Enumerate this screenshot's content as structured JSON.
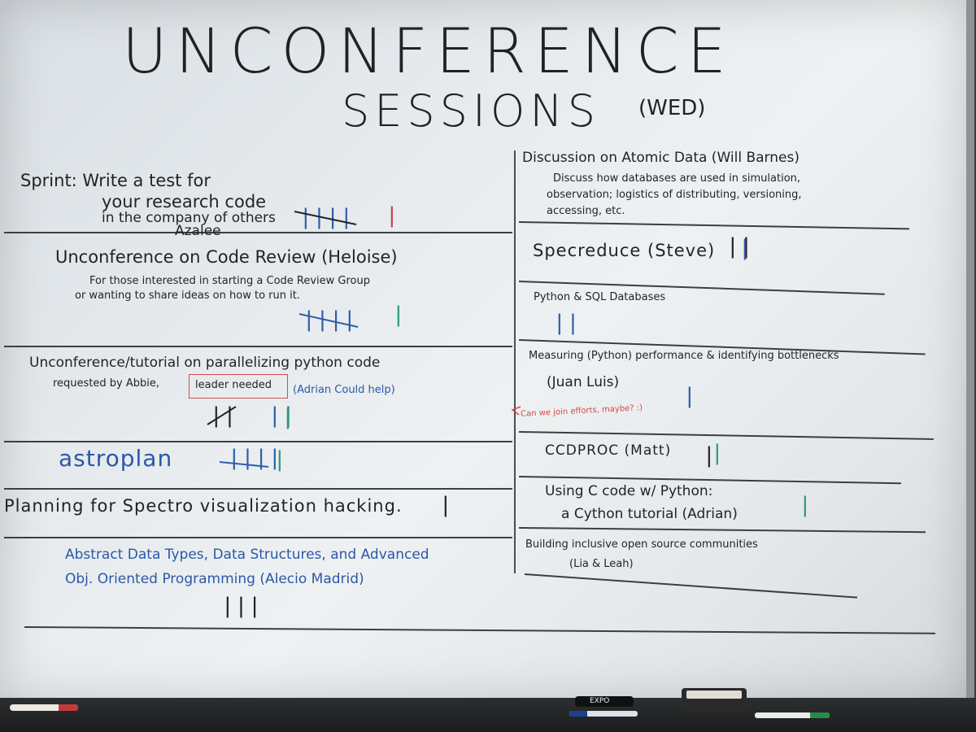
{
  "title": {
    "line1": "UNCONFERENCE",
    "line2": "SESSIONS",
    "day": "(WED)"
  },
  "left_column": [
    {
      "lines": [
        "Sprint: Write a test for",
        "your research code",
        "in the company of others",
        "Azalee"
      ],
      "tally_text": "||||",
      "extra_mark": "|"
    },
    {
      "lines": [
        "Unconference on Code Review (Heloise)",
        "For those interested in starting a Code Review Group",
        "or wanting to share ideas on how to run it."
      ],
      "tally_text": "||||",
      "extra_mark": "|"
    },
    {
      "lines": [
        "Unconference/tutorial on parallelizing python code",
        "requested by Abbie,",
        "leader needed",
        "(Adrian Could help)"
      ],
      "tally_text": "||",
      "tally_blue": "||",
      "tally_green": "|"
    },
    {
      "lines": [
        "astroplan"
      ],
      "tally_text": "||||",
      "extra_mark": "|"
    },
    {
      "lines": [
        "Planning for Spectro visualization hacking."
      ],
      "tally_text": "|"
    },
    {
      "lines": [
        "Abstract Data Types, Data Structures, and Advanced",
        "Obj. Oriented Programming (Alecio Madrid)"
      ],
      "tally_text": "|||"
    }
  ],
  "right_column": [
    {
      "lines": [
        "Discussion on Atomic Data (Will Barnes)",
        "Discuss how databases are used in simulation,",
        "observation; logistics of distributing, versioning,",
        "accessing, etc."
      ]
    },
    {
      "lines": [
        "Specreduce (Steve)"
      ],
      "tally_text": "||",
      "tally_blue": "|"
    },
    {
      "lines": [
        "Python & SQL Databases"
      ],
      "tally_text": "||"
    },
    {
      "lines": [
        "Measuring (Python) performance & identifying bottlenecks",
        "(Juan Luis)"
      ],
      "tally_text": "|",
      "note": "Can we join efforts, maybe? :)"
    },
    {
      "lines": [
        "CCDPROC (Matt)"
      ],
      "tally_text": "|",
      "tally_green": "|"
    },
    {
      "lines": [
        "Using C code w/ Python:",
        "a Cython tutorial (Adrian)"
      ],
      "tally_text": "|"
    },
    {
      "lines": [
        "Building inclusive open source communities",
        "(Lia & Leah)"
      ]
    }
  ],
  "tray_items": {
    "marker_brand": "EXPO"
  }
}
